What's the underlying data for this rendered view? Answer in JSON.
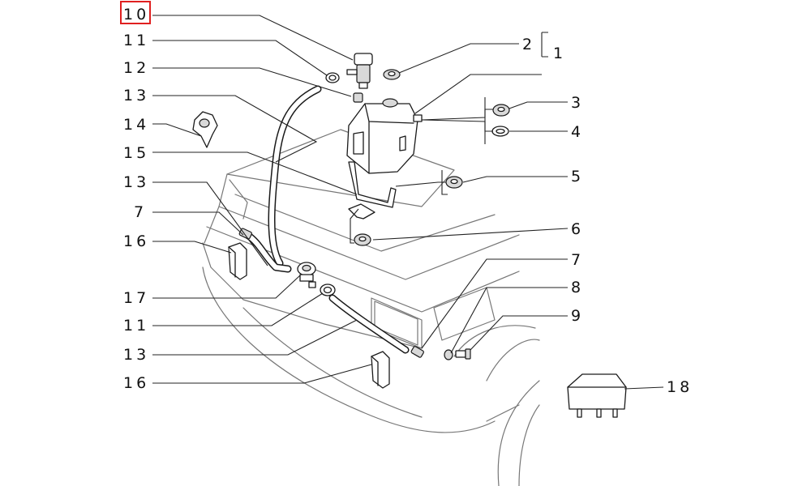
{
  "diagram": {
    "selected_callout": "10",
    "selection_color": "#e02020",
    "callouts": [
      {
        "id": "c10",
        "text": "10"
      },
      {
        "id": "c11a",
        "text": "11"
      },
      {
        "id": "c12",
        "text": "12"
      },
      {
        "id": "c13a",
        "text": "13"
      },
      {
        "id": "c14",
        "text": "14"
      },
      {
        "id": "c15",
        "text": "15"
      },
      {
        "id": "c13b",
        "text": "13"
      },
      {
        "id": "c7a",
        "text": "7"
      },
      {
        "id": "c16a",
        "text": "16"
      },
      {
        "id": "c17",
        "text": "17"
      },
      {
        "id": "c11b",
        "text": "11"
      },
      {
        "id": "c13c",
        "text": "13"
      },
      {
        "id": "c16b",
        "text": "16"
      },
      {
        "id": "c2",
        "text": "2"
      },
      {
        "id": "c1",
        "text": "1"
      },
      {
        "id": "c3",
        "text": "3"
      },
      {
        "id": "c4",
        "text": "4"
      },
      {
        "id": "c5",
        "text": "5"
      },
      {
        "id": "c6",
        "text": "6"
      },
      {
        "id": "c7b",
        "text": "7"
      },
      {
        "id": "c8",
        "text": "8"
      },
      {
        "id": "c9",
        "text": "9"
      },
      {
        "id": "c18",
        "text": "18"
      }
    ]
  }
}
